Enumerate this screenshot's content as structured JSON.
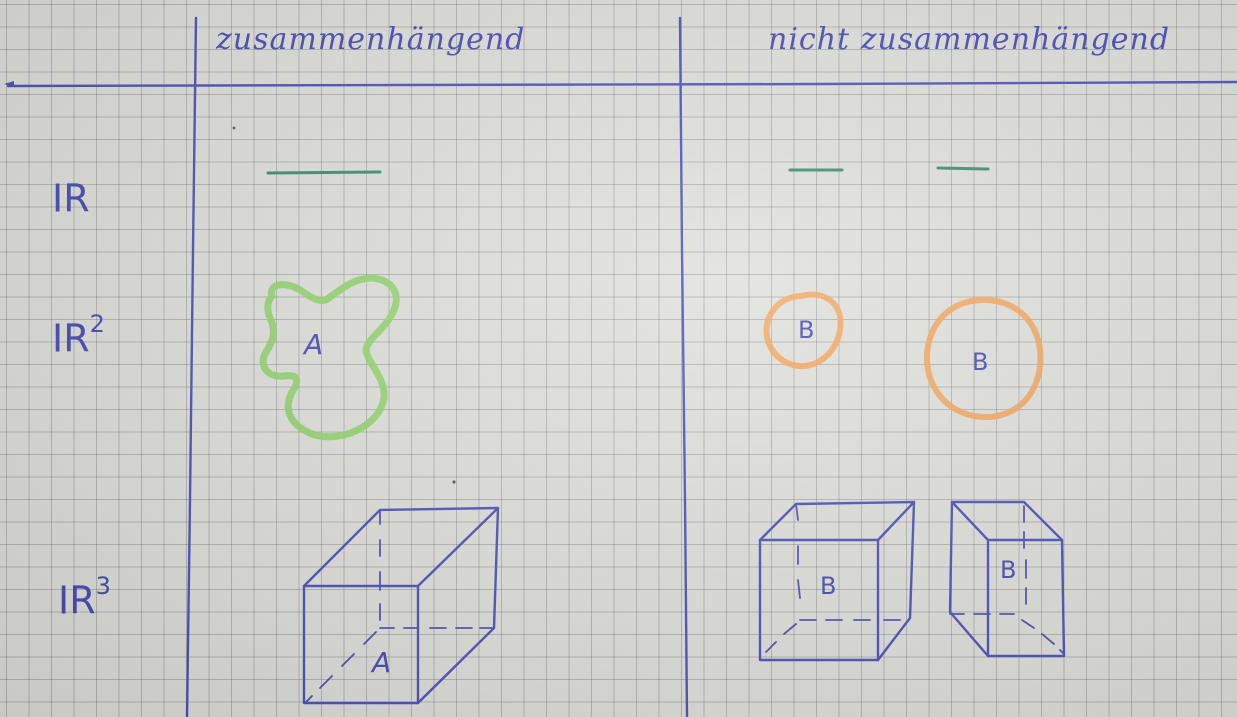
{
  "headers": {
    "connected": "zusammenhängend",
    "not_connected": "nicht zusammenhängend"
  },
  "rows": {
    "r1": {
      "base": "IR",
      "exp": ""
    },
    "r2": {
      "base": "IR",
      "exp": "2"
    },
    "r3": {
      "base": "IR",
      "exp": "3"
    }
  },
  "labels": {
    "set_a": "A",
    "set_b": "B"
  },
  "colors": {
    "paper": "#dfe0db",
    "grid": "#6a6f74",
    "ink_blue": "#4a4fb8",
    "ink_green_line": "#3a8a72",
    "highlighter_green": "#8fd46a",
    "highlighter_orange": "#f2a55c"
  }
}
